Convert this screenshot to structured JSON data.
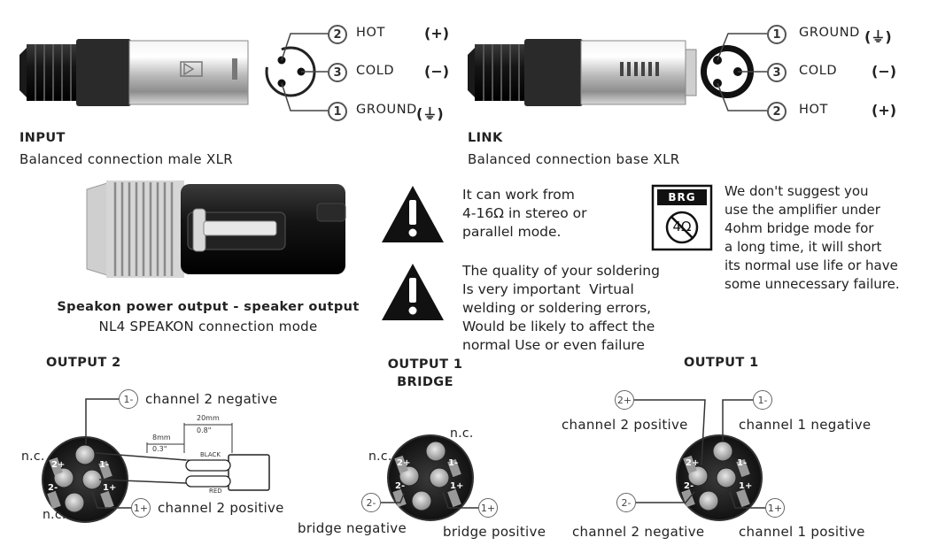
{
  "input": {
    "heading": "INPUT",
    "caption": "Balanced connection male XLR",
    "pins": [
      {
        "num": "2",
        "label": "HOT",
        "sign": "(+)"
      },
      {
        "num": "3",
        "label": "COLD",
        "sign": "(−)"
      },
      {
        "num": "1",
        "label": "GROUND",
        "sign": "(⏚)"
      }
    ]
  },
  "link": {
    "heading": "LINK",
    "caption": "Balanced connection base XLR",
    "pins": [
      {
        "num": "1",
        "label": "GROUND",
        "sign": "(⏚)"
      },
      {
        "num": "3",
        "label": "COLD",
        "sign": "(−)"
      },
      {
        "num": "2",
        "label": "HOT",
        "sign": "(+)"
      }
    ]
  },
  "speakon": {
    "title": "Speakon power output - speaker output",
    "subtitle": "NL4 SPEAKON connection mode"
  },
  "warnings": {
    "impedance": "It can work from\n4-16Ω in stereo or\nparallel mode.",
    "soldering": "The quality of your soldering\nIs very important  Virtual\nwelding or soldering errors,\nWould be likely to affect the\nnormal Use or even failure",
    "brg_badge": "BRG",
    "brg_ohm": "4Ω",
    "bridge_note": "We don't suggest you\nuse the amplifier under\n4ohm bridge mode for\na long time, it will short\nits normal use life or have\nsome unnecessary failure."
  },
  "output2": {
    "heading": "OUTPUT 2",
    "neg_num": "1-",
    "neg_label": "channel 2 negative",
    "pos_num": "1+",
    "pos_label": "channel 2 positive",
    "nc": "n.c.",
    "dim_20mm": "20mm",
    "dim_08": "0.8\"",
    "dim_8mm": "8mm",
    "dim_03": "0.3\"",
    "black": "BLACK",
    "red": "RED",
    "pin_labels": [
      "2+",
      "1-",
      "2-",
      "1+"
    ]
  },
  "output1bridge": {
    "heading_line1": "OUTPUT 1",
    "heading_line2": "BRIDGE",
    "nc": "n.c.",
    "neg_num": "2-",
    "neg_label": "bridge negative",
    "pos_num": "1+",
    "pos_label": "bridge positive",
    "pin_labels": [
      "2+",
      "1-",
      "2-",
      "1+"
    ]
  },
  "output1": {
    "heading": "OUTPUT 1",
    "p2pos_num": "2+",
    "p2pos_label": "channel 2 positive",
    "p1neg_num": "1-",
    "p1neg_label": "channel 1 negative",
    "p2neg_num": "2-",
    "p2neg_label": "channel 2 negative",
    "p1pos_num": "1+",
    "p1pos_label": "channel 1 positive",
    "pin_labels": [
      "2+",
      "1-",
      "2-",
      "1+"
    ]
  }
}
